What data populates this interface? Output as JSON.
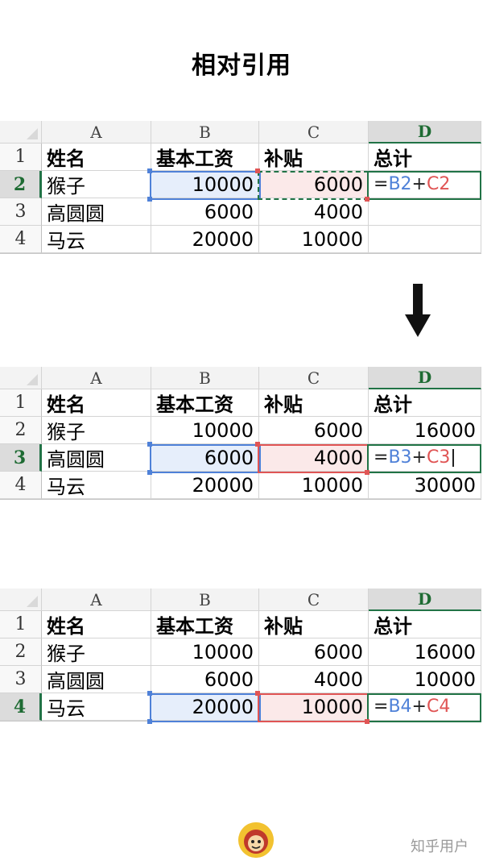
{
  "title": "相对引用",
  "columns": [
    "A",
    "B",
    "C",
    "D"
  ],
  "sheets": [
    {
      "active_row": 2,
      "rows": [
        {
          "num": "1",
          "name": "姓名",
          "base": "基本工资",
          "bonus": "补贴",
          "total": "总计"
        },
        {
          "num": "2",
          "name": "猴子",
          "base": "10000",
          "bonus": "6000",
          "total": ""
        },
        {
          "num": "3",
          "name": "高圆圆",
          "base": "6000",
          "bonus": "4000",
          "total": ""
        },
        {
          "num": "4",
          "name": "马云",
          "base": "20000",
          "bonus": "10000",
          "total": ""
        }
      ],
      "formula": {
        "eq": "=",
        "ref_b": "B2",
        "op": "+",
        "ref_c": "C2"
      }
    },
    {
      "active_row": 3,
      "rows": [
        {
          "num": "1",
          "name": "姓名",
          "base": "基本工资",
          "bonus": "补贴",
          "total": "总计"
        },
        {
          "num": "2",
          "name": "猴子",
          "base": "10000",
          "bonus": "6000",
          "total": "16000"
        },
        {
          "num": "3",
          "name": "高圆圆",
          "base": "6000",
          "bonus": "4000",
          "total": ""
        },
        {
          "num": "4",
          "name": "马云",
          "base": "20000",
          "bonus": "10000",
          "total": "30000"
        }
      ],
      "formula": {
        "eq": "=",
        "ref_b": "B3",
        "op": "+",
        "ref_c": "C3"
      }
    },
    {
      "active_row": 4,
      "rows": [
        {
          "num": "1",
          "name": "姓名",
          "base": "基本工资",
          "bonus": "补贴",
          "total": "总计"
        },
        {
          "num": "2",
          "name": "猴子",
          "base": "10000",
          "bonus": "6000",
          "total": "16000"
        },
        {
          "num": "3",
          "name": "高圆圆",
          "base": "6000",
          "bonus": "4000",
          "total": "10000"
        },
        {
          "num": "4",
          "name": "马云",
          "base": "20000",
          "bonus": "10000",
          "total": ""
        }
      ],
      "formula": {
        "eq": "=",
        "ref_b": "B4",
        "op": "+",
        "ref_c": "C4"
      }
    }
  ],
  "icons": {
    "arrow": "down-arrow-icon",
    "avatar": "avatar-logo"
  },
  "colors": {
    "ref_b": "#4f81d8",
    "ref_c": "#e05555",
    "active": "#217346"
  },
  "watermark": "知乎用户"
}
